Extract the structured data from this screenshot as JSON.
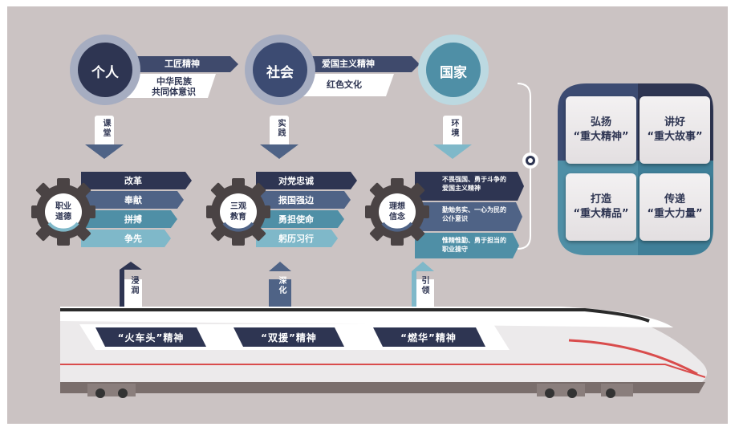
{
  "columns": [
    {
      "circle": "个人",
      "top_banner": "工匠精神",
      "sub_banner": [
        "中华民族",
        "共同体意识"
      ],
      "connector": "课堂",
      "gear": "职业道德",
      "items": [
        "改革",
        "奉献",
        "拼搏",
        "争先"
      ],
      "arrow": "浸润"
    },
    {
      "circle": "社会",
      "top_banner": "爱国主义精神",
      "sub_banner": [
        "红色文化"
      ],
      "connector": "实践",
      "gear": "三观教育",
      "items": [
        "对党忠诚",
        "报国强边",
        "勇担使命",
        "躬历习行"
      ],
      "arrow": "深化"
    },
    {
      "circle": "国家",
      "top_banner": "",
      "sub_banner": [],
      "connector": "环境",
      "gear": "理想信念",
      "items": [
        "不畏强国、勇于斗争的爱国主义精神",
        "勤勉务实、一心为民的公仆意识",
        "惟精惟勤、勇于担当的职业操守"
      ],
      "arrow": "引领"
    }
  ],
  "tiles": [
    [
      "弘扬",
      "“重大精神”"
    ],
    [
      "讲好",
      "“重大故事”"
    ],
    [
      "打造",
      "“重大精品”"
    ],
    [
      "传递",
      "“重大力量”"
    ]
  ],
  "train_plates": [
    "“火车头”精神",
    "“双援”精神",
    "“燃华”精神"
  ],
  "colors": {
    "navy": "#2e3552",
    "slate": "#4f6386",
    "teal": "#4f8fa6",
    "light_teal": "#7fb8c9",
    "gear": "#4a4344",
    "background": "#cbc3c3"
  }
}
